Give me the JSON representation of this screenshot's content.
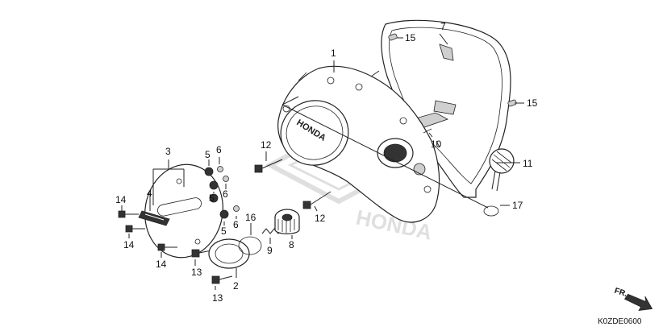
{
  "diagram": {
    "labels": [
      {
        "id": "l1",
        "text": "1"
      },
      {
        "id": "l2",
        "text": "2"
      },
      {
        "id": "l3",
        "text": "3"
      },
      {
        "id": "l4",
        "text": "4"
      },
      {
        "id": "l5a",
        "text": "5"
      },
      {
        "id": "l5b",
        "text": "5"
      },
      {
        "id": "l5c",
        "text": "5"
      },
      {
        "id": "l6a",
        "text": "6"
      },
      {
        "id": "l6b",
        "text": "6"
      },
      {
        "id": "l6c",
        "text": "6"
      },
      {
        "id": "l7",
        "text": "7"
      },
      {
        "id": "l8",
        "text": "8"
      },
      {
        "id": "l9",
        "text": "9"
      },
      {
        "id": "l10",
        "text": "10"
      },
      {
        "id": "l11",
        "text": "11"
      },
      {
        "id": "l12a",
        "text": "12"
      },
      {
        "id": "l12b",
        "text": "12"
      },
      {
        "id": "l13a",
        "text": "13"
      },
      {
        "id": "l13b",
        "text": "13"
      },
      {
        "id": "l14a",
        "text": "14"
      },
      {
        "id": "l14b",
        "text": "14"
      },
      {
        "id": "l14c",
        "text": "14"
      },
      {
        "id": "l15a",
        "text": "15"
      },
      {
        "id": "l15b",
        "text": "15"
      },
      {
        "id": "l16",
        "text": "16"
      },
      {
        "id": "l17",
        "text": "17"
      }
    ],
    "cover_brand": "HONDA",
    "watermark": "HONDA",
    "direction_label": "FR.",
    "diagram_code": "K0ZDE0600"
  }
}
